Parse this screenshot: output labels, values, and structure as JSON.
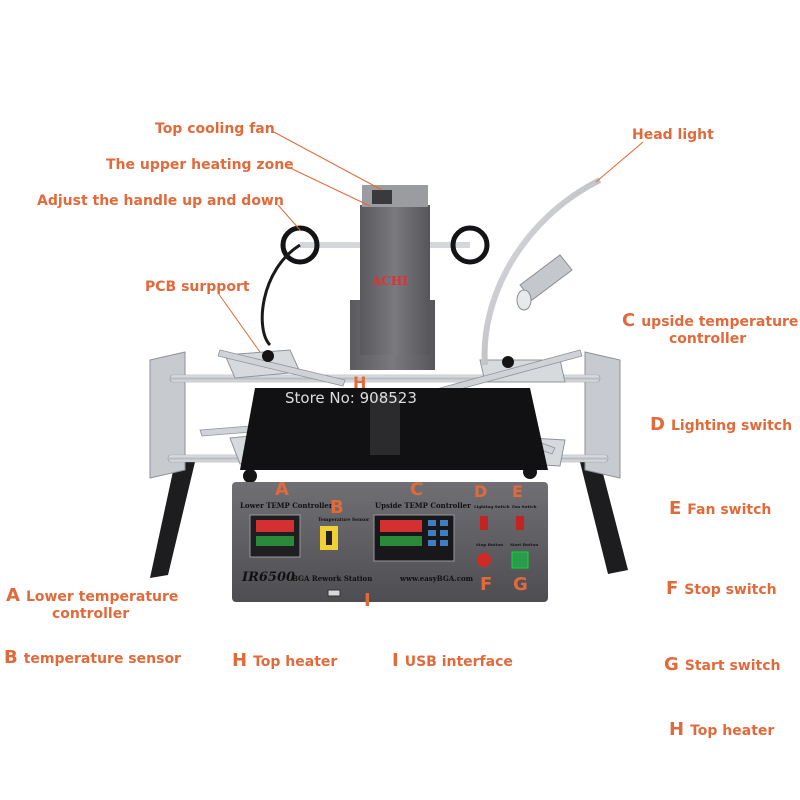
{
  "colors": {
    "accent": "#e26a3a",
    "body": "#5f5f62",
    "frame": "#c9ccd1",
    "background": "#ffffff"
  },
  "callouts": {
    "top_cooling_fan": "Top cooling fan",
    "upper_heating_zone": "The upper heating zone",
    "adjust_handle": "Adjust the handle up and down",
    "pcb_support": "PCB surpport",
    "head_light": "Head light"
  },
  "legend": [
    {
      "key": "C",
      "text": "upside temperature",
      "text2": "controller"
    },
    {
      "key": "D",
      "text": "Lighting switch"
    },
    {
      "key": "E",
      "text": "Fan switch"
    },
    {
      "key": "F",
      "text": "Stop switch"
    },
    {
      "key": "G",
      "text": "Start switch"
    },
    {
      "key": "H",
      "text": "Top heater"
    },
    {
      "key": "A",
      "text": "Lower temperature",
      "text2": "controller"
    },
    {
      "key": "B",
      "text": "temperature sensor"
    },
    {
      "key": "H",
      "text": "Top heater"
    },
    {
      "key": "I",
      "text": "USB interface"
    }
  ],
  "machine": {
    "brand": "ACHI",
    "model": "IR6500",
    "model_suffix": "BGA Rework Station",
    "website": "www.easyBGA.com",
    "lower_controller_label": "Lower TEMP Controller",
    "upside_controller_label": "Upside TEMP Controller",
    "temp_sensor_label": "Temperature Sensor",
    "lighting_switch_label": "Lighting Switch",
    "fan_switch_label": "Fan Switch",
    "stop_button_label": "Stop Button",
    "start_button_label": "Start Button",
    "watermark": "Store No: 908523",
    "marker_letters": [
      "A",
      "B",
      "C",
      "D",
      "E",
      "F",
      "G",
      "H",
      "I"
    ]
  }
}
